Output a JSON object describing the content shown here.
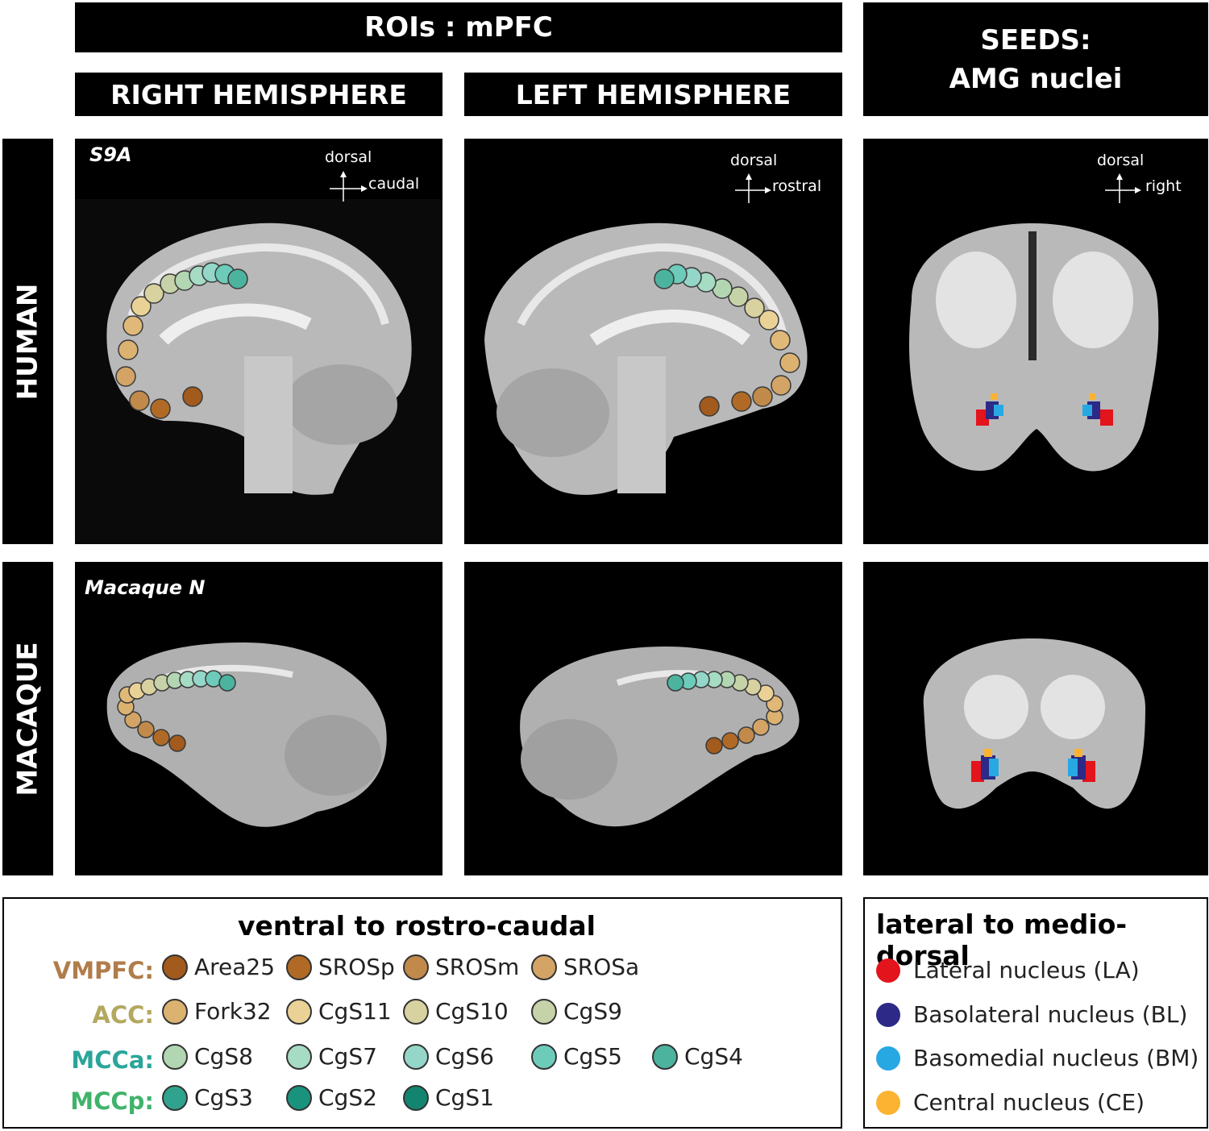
{
  "header": {
    "rois_title": "ROIs : mPFC",
    "right_hemisphere": "RIGHT HEMISPHERE",
    "left_hemisphere": "LEFT HEMISPHERE",
    "seeds_line1": "SEEDS:",
    "seeds_line2": "AMG nuclei"
  },
  "rows": {
    "human": "HUMAN",
    "macaque": "MACAQUE"
  },
  "panels": {
    "human_right": {
      "label": "S9A",
      "axis_up": "dorsal",
      "axis_side": "caudal"
    },
    "human_left": {
      "axis_up": "dorsal",
      "axis_side": "rostral"
    },
    "human_seed": {
      "axis_up": "dorsal",
      "axis_side": "right"
    },
    "macaque_right": {
      "label": "Macaque N"
    }
  },
  "legend_mpfc": {
    "title": "ventral to rostro-caudal",
    "groups": [
      {
        "name": "VMPFC:",
        "color": "#b07d4a",
        "items": [
          {
            "label": "Area25",
            "color": "#a25a1d"
          },
          {
            "label": "SROSp",
            "color": "#b06a26"
          },
          {
            "label": "SROSm",
            "color": "#c18a4a"
          },
          {
            "label": "SROSa",
            "color": "#d3a466"
          }
        ]
      },
      {
        "name": "ACC:",
        "color": "#b3a860",
        "items": [
          {
            "label": "Fork32",
            "color": "#dcb271"
          },
          {
            "label": "CgS11",
            "color": "#ead296"
          },
          {
            "label": "CgS10",
            "color": "#d8d1a0"
          },
          {
            "label": "CgS9",
            "color": "#c6d3a8"
          }
        ]
      },
      {
        "name": "MCCa:",
        "color": "#2aa59a",
        "items": [
          {
            "label": "CgS8",
            "color": "#b2d6b2"
          },
          {
            "label": "CgS7",
            "color": "#a6dbc4"
          },
          {
            "label": "CgS6",
            "color": "#94d6c8"
          },
          {
            "label": "CgS5",
            "color": "#6dcbba"
          },
          {
            "label": "CgS4",
            "color": "#4cb39f"
          }
        ]
      },
      {
        "name": "MCCp:",
        "color": "#3fb36a",
        "items": [
          {
            "label": "CgS3",
            "color": "#2fa38e"
          },
          {
            "label": "CgS2",
            "color": "#1a937c"
          },
          {
            "label": "CgS1",
            "color": "#128470"
          }
        ]
      }
    ]
  },
  "legend_amg": {
    "title": "lateral to medio-dorsal",
    "items": [
      {
        "label": "Lateral nucleus (LA)",
        "color": "#e3141b"
      },
      {
        "label": "Basolateral nucleus (BL)",
        "color": "#2c2a86"
      },
      {
        "label": "Basomedial nucleus (BM)",
        "color": "#28a8e3"
      },
      {
        "label": "Central nucleus (CE)",
        "color": "#fbb331"
      }
    ]
  }
}
